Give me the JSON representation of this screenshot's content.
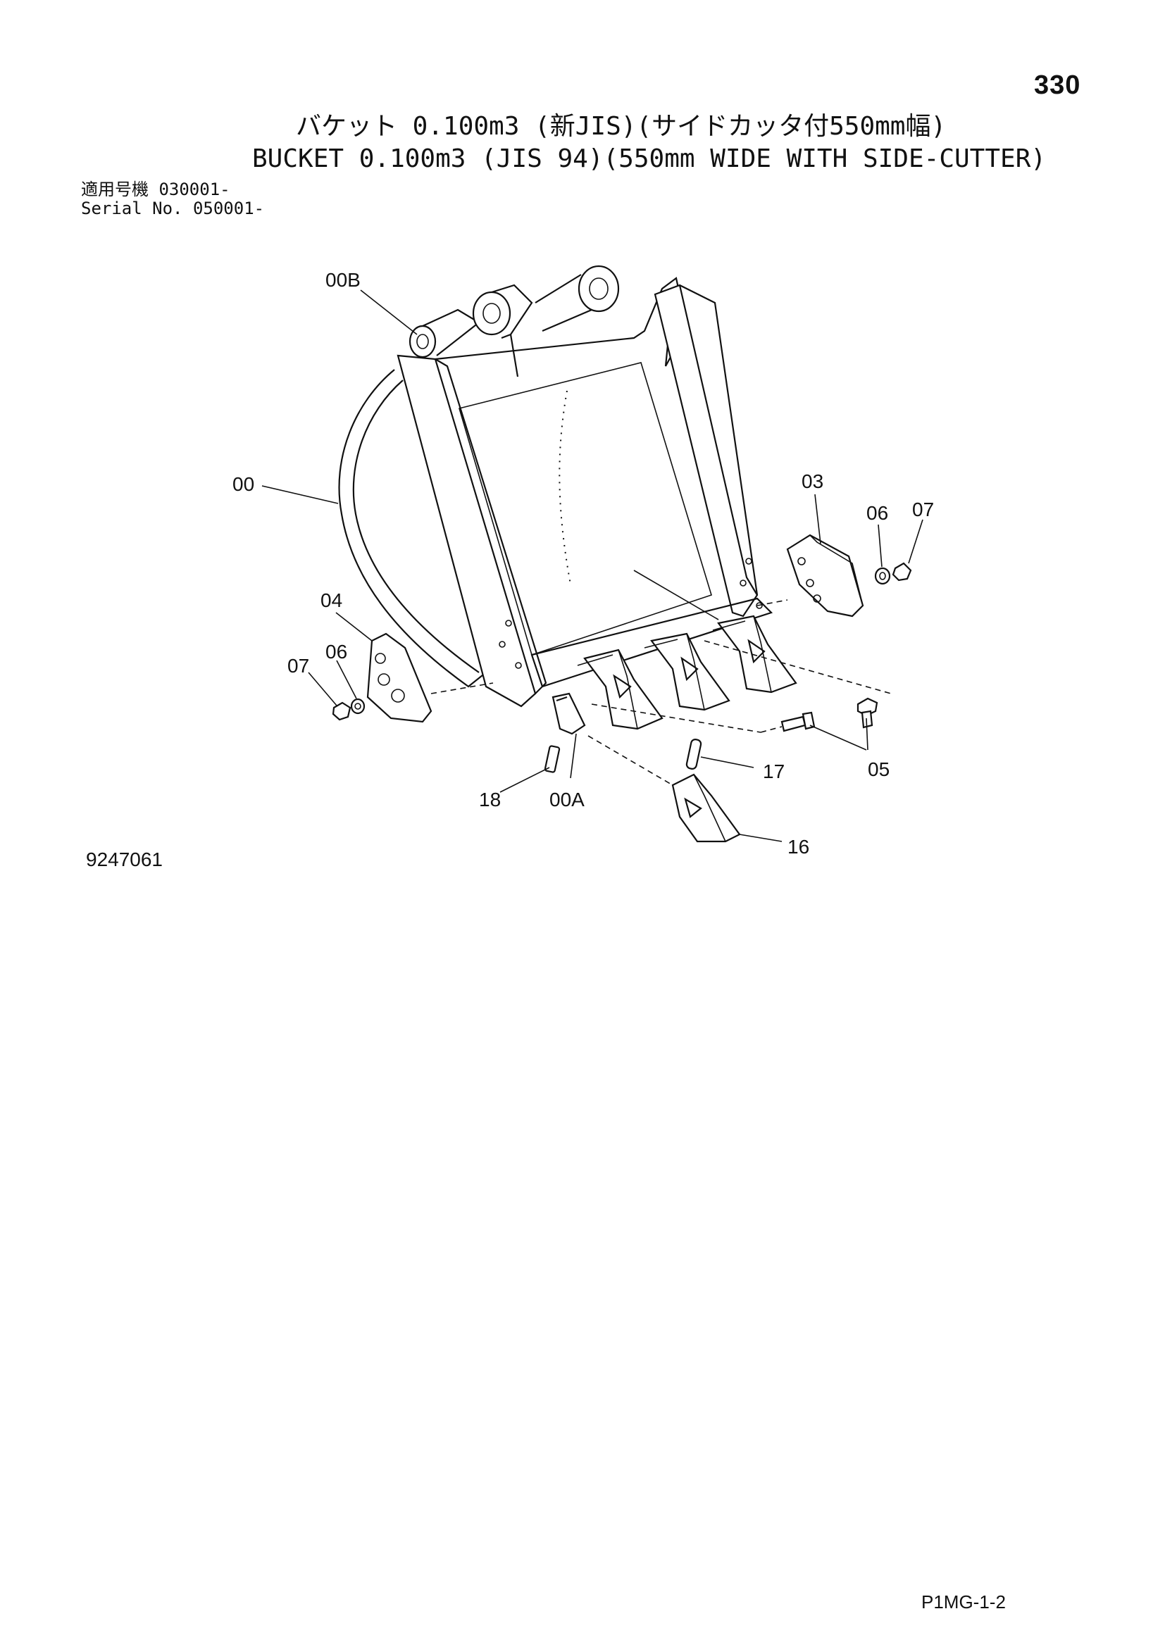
{
  "page_number": "330",
  "title_jp": "バケット 0.100m3 (新JIS)(サイドカッタ付550mm幅)",
  "title_en": "BUCKET 0.100m3 (JIS 94)(550mm WIDE WITH SIDE-CUTTER)",
  "serial": {
    "jp_label": "適用号機",
    "jp_value": "030001-",
    "en_label": "Serial No.",
    "en_value": "050001-"
  },
  "callouts": {
    "c00B": "00B",
    "c00": "00",
    "c03": "03",
    "c06r": "06",
    "c07r": "07",
    "c04": "04",
    "c07l": "07",
    "c06l": "06",
    "c17": "17",
    "c05": "05",
    "c18": "18",
    "c00A": "00A",
    "c16": "16"
  },
  "figure_number": "9247061",
  "footer_code": "P1MG-1-2"
}
